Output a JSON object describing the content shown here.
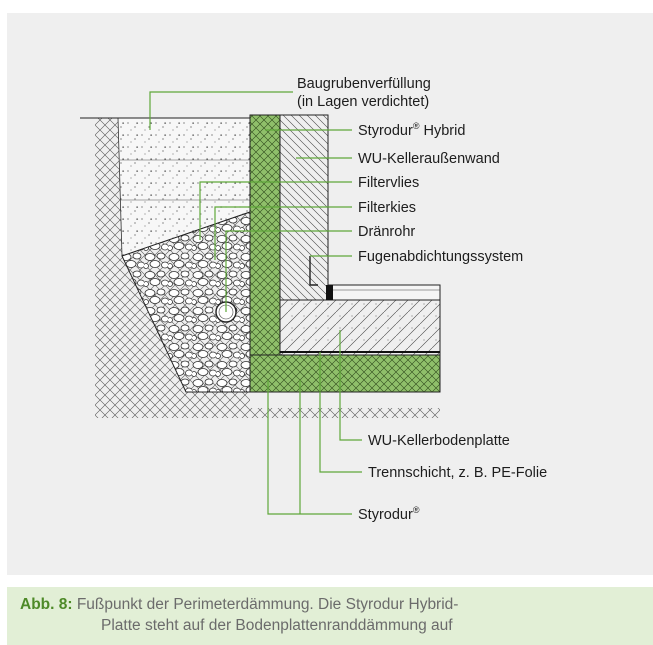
{
  "diagram": {
    "labels": {
      "backfill_1": "Baugrubenverfüllung",
      "backfill_2": "(in Lagen verdichtet)",
      "styrodur_hybrid_name": "Styrodur",
      "styrodur_hybrid_reg": "®",
      "styrodur_hybrid_suffix": " Hybrid",
      "exterior_wall": "WU-Kelleraußenwand",
      "filter_fleece": "Filtervlies",
      "filter_gravel": "Filterkies",
      "drain_pipe": "Dränrohr",
      "joint_sealing": "Fugenabdichtungssystem",
      "floor_slab": "WU-Kellerbodenplatte",
      "separating_layer": "Trennschicht, z. B. PE-Folie",
      "styrodur_name": "Styrodur",
      "styrodur_reg": "®"
    },
    "colors": {
      "panel": "#efefef",
      "leader_line": "#5fa83a",
      "insulation": "#8fbf6a",
      "outline": "#222222"
    }
  },
  "caption": {
    "prefix": "Abb. 8:",
    "line1": " Fußpunkt der Perimeterdämmung. Die Styrodur Hybrid-",
    "line2": "Platte steht auf der Bodenplattenranddämmung auf"
  }
}
